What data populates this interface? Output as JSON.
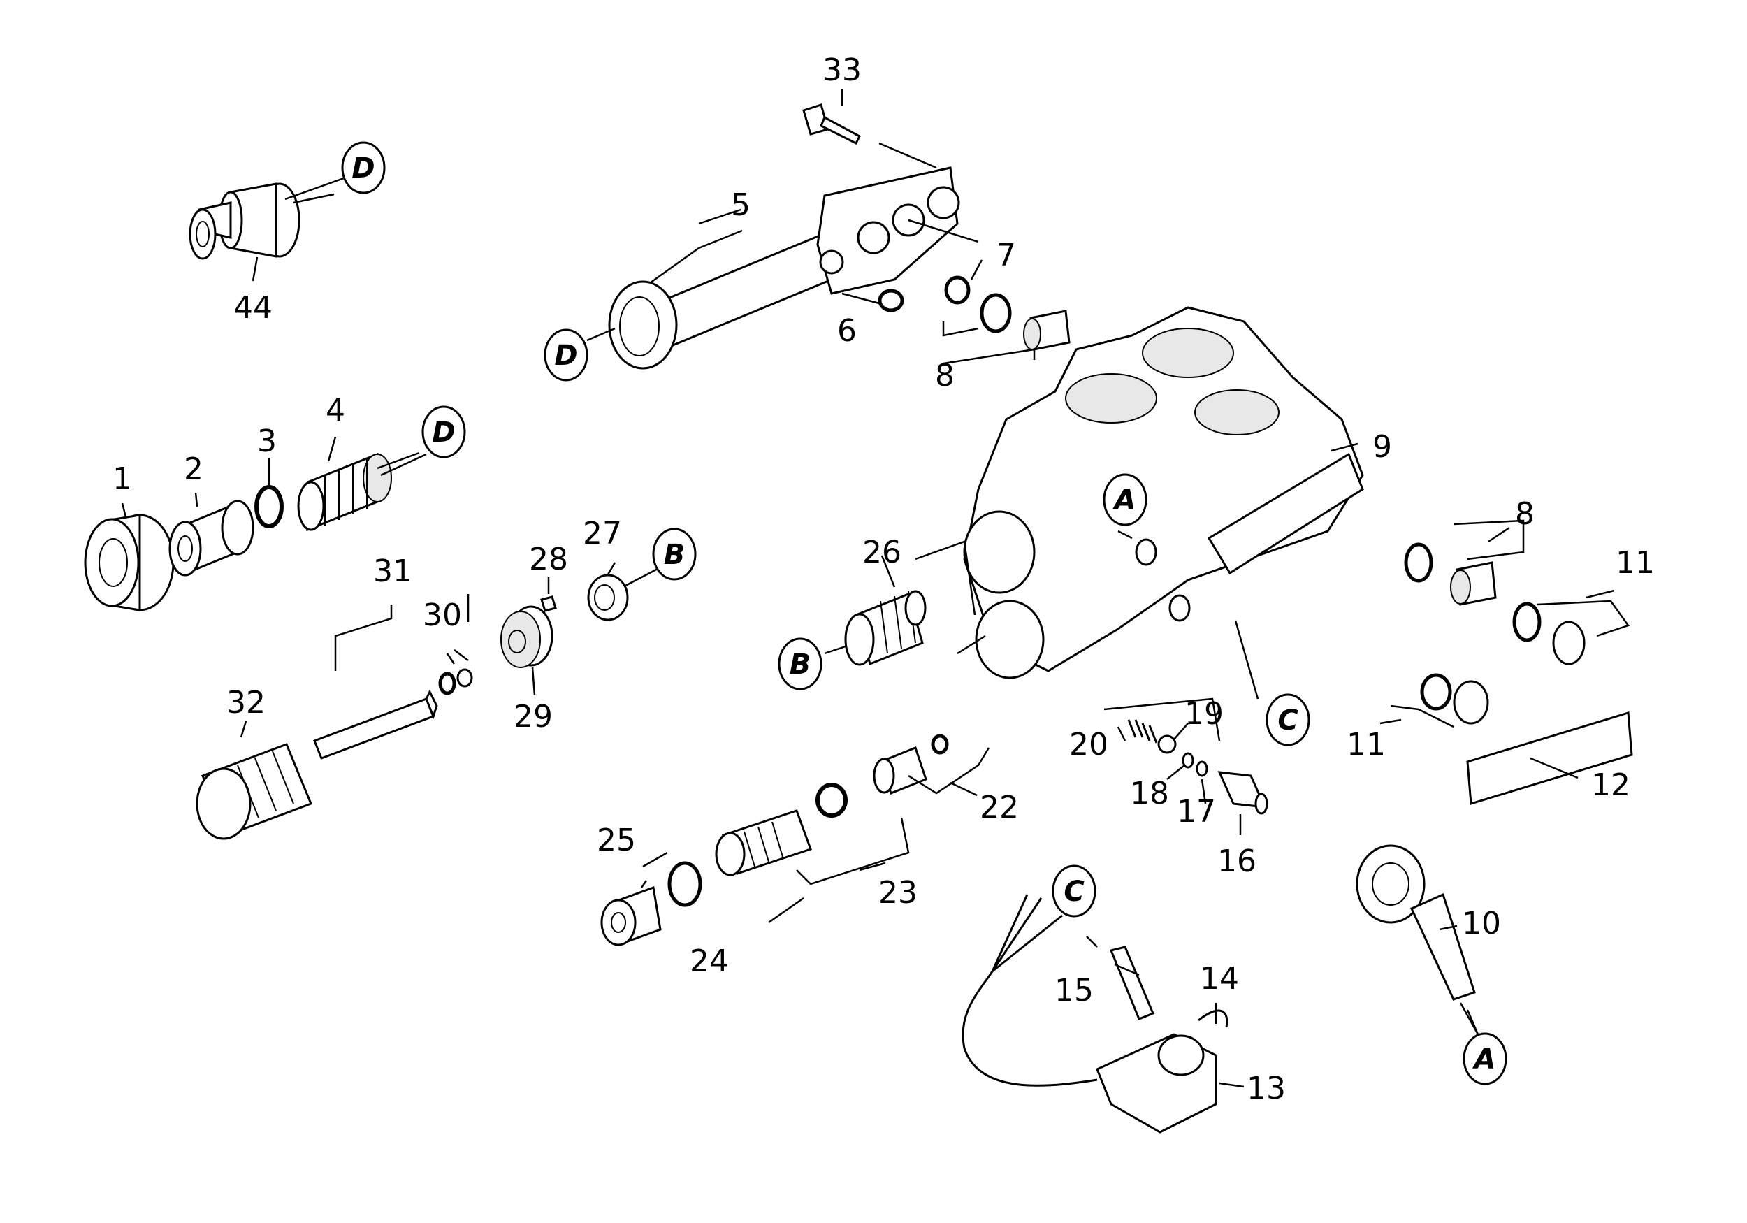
{
  "diagram": {
    "part_numbers": [
      "1",
      "2",
      "3",
      "4",
      "5",
      "6",
      "7",
      "8",
      "8",
      "9",
      "10",
      "11",
      "11",
      "12",
      "13",
      "14",
      "15",
      "16",
      "17",
      "18",
      "19",
      "20",
      "22",
      "23",
      "24",
      "25",
      "26",
      "27",
      "28",
      "29",
      "30",
      "31",
      "32",
      "33",
      "44"
    ],
    "reference_markers": [
      "A",
      "A",
      "B",
      "B",
      "C",
      "C",
      "D",
      "D",
      "D"
    ],
    "icons": [
      "exploded-view-drawing"
    ]
  }
}
